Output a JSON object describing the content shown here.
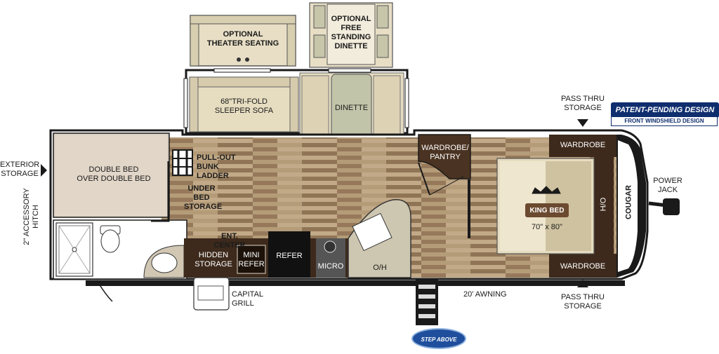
{
  "labels": {
    "optional_theater_seating": "OPTIONAL\nTHEATER SEATING",
    "optional_dinette": "OPTIONAL\nFREE\nSTANDING\nDINETTE",
    "sleeper_sofa": "68\"TRI-FOLD\nSLEEPER SOFA",
    "dinette": "DINETTE",
    "pass_thru_storage_top": "PASS THRU\nSTORAGE",
    "pass_thru_storage_bottom": "PASS THRU\nSTORAGE",
    "exterior_storage": "EXTERIOR\nSTORAGE",
    "accessory_hitch": "2\" ACCESSORY\nHITCH",
    "double_bed": "DOUBLE BED\nOVER DOUBLE BED",
    "pull_out_bunk_ladder": "PULL-OUT\nBUNK LADDER",
    "under_bed_storage": "UNDER\nBED\nSTORAGE",
    "ent_center": "ENT. CENTER",
    "hidden_storage": "HIDDEN\nSTORAGE",
    "mini_refer": "MINI\nREFER",
    "refer": "REFER",
    "micro": "MICRO",
    "oh": "O/H",
    "wardrobe_pantry": "WARDROBE/\nPANTRY",
    "wardrobe_top": "WARDROBE",
    "wardrobe_bottom": "WARDROBE",
    "king_bed": "KING BED",
    "king_bed_size": "70\" x 80\"",
    "ho": "H/O",
    "power_jack": "POWER\nJACK",
    "capital_grill": "CAPITAL\nGRILL",
    "awning": "20' AWNING",
    "cougar": "COUGAR"
  },
  "badge": {
    "title": "PATENT-PENDING DESIGN",
    "subtitle": "FRONT WINDSHIELD DESIGN"
  },
  "step_logo": "STEP ABOVE",
  "colors": {
    "floor_light": "#b79e7b",
    "floor_dark": "#7d6446",
    "cabinet": "#3d2a1c",
    "wall": "#1a1a1a",
    "upholstery": "#e6dcc0",
    "dinette_seat": "#c8c6aa",
    "badge_blue": "#0f2e6e"
  }
}
